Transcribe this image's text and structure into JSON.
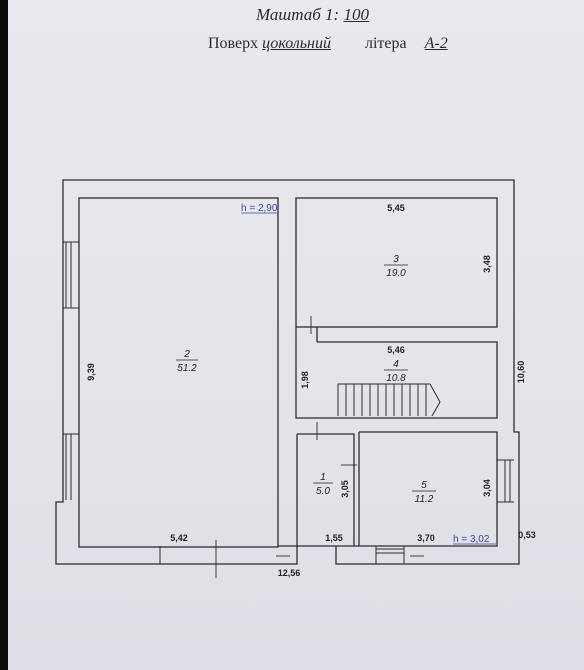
{
  "header": {
    "scale_label": "Маштаб",
    "scale_value": "1:",
    "scale_number": "100",
    "floor_label": "Поверх",
    "floor_value": "цокольний",
    "letter_label": "літера",
    "letter_value": "А-2"
  },
  "heights": {
    "room2": "h = 2,90",
    "room5": "h = 3,02"
  },
  "rooms": [
    {
      "id": "2",
      "label": "2",
      "area": "51.2"
    },
    {
      "id": "3",
      "label": "3",
      "area": "19.0"
    },
    {
      "id": "4",
      "label": "4",
      "area": "10.8"
    },
    {
      "id": "1",
      "label": "1",
      "area": "5.0"
    },
    {
      "id": "5",
      "label": "5",
      "area": "11.2"
    }
  ],
  "dimensions": {
    "room2_height": "9,39",
    "room2_width": "5,42",
    "room3_width": "5,45",
    "room3_height": "3,48",
    "room4_width": "5,46",
    "room4_height": "1,98",
    "room1_height": "3,05",
    "room1_width": "1,55",
    "room5_width": "3,70",
    "room5_height": "3,04",
    "total_height": "10,60",
    "total_width": "12,56",
    "offset": "0,53"
  }
}
